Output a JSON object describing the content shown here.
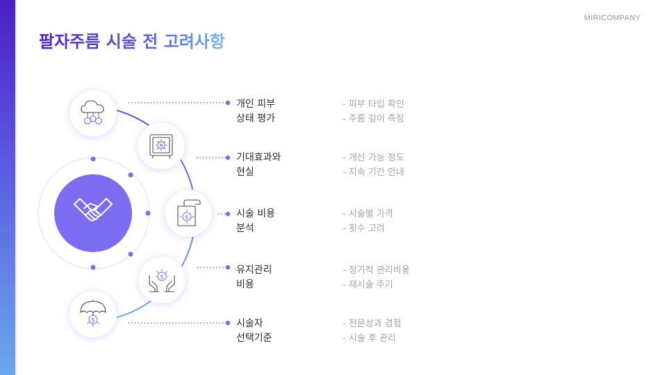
{
  "header": {
    "title": "팔자주름 시술 전 고려사항",
    "brand": "MIRICOMPANY"
  },
  "colors": {
    "accent": "#7b6cf2",
    "gradient_top": "#4a1fc4",
    "gradient_bottom": "#6aa8ec",
    "label_text": "#2c2c36",
    "detail_text": "#a3a3ad"
  },
  "center": {
    "icon": "handshake-icon"
  },
  "items": [
    {
      "icon": "cloud-money-icon",
      "label": "개인 피부\n상태 평가",
      "details": [
        "- 피부 타입 확인",
        "- 주름 깊이 측정"
      ]
    },
    {
      "icon": "safe-icon",
      "label": "기대효과와\n현실",
      "details": [
        "- 개선 가능 정도",
        "- 지속 기간 안내"
      ]
    },
    {
      "icon": "receipt-dollar-icon",
      "label": "시술 비용\n분석",
      "details": [
        "- 시술별 가격",
        "- 횟수 고려"
      ]
    },
    {
      "icon": "hands-coin-icon",
      "label": "유지관리\n비용",
      "details": [
        "- 정기적 관리비용",
        "- 재시술 주기"
      ]
    },
    {
      "icon": "umbrella-dollar-icon",
      "label": "시술자\n선택기준",
      "details": [
        "- 전문성과 경험",
        "- 시술 후 관리"
      ]
    }
  ]
}
